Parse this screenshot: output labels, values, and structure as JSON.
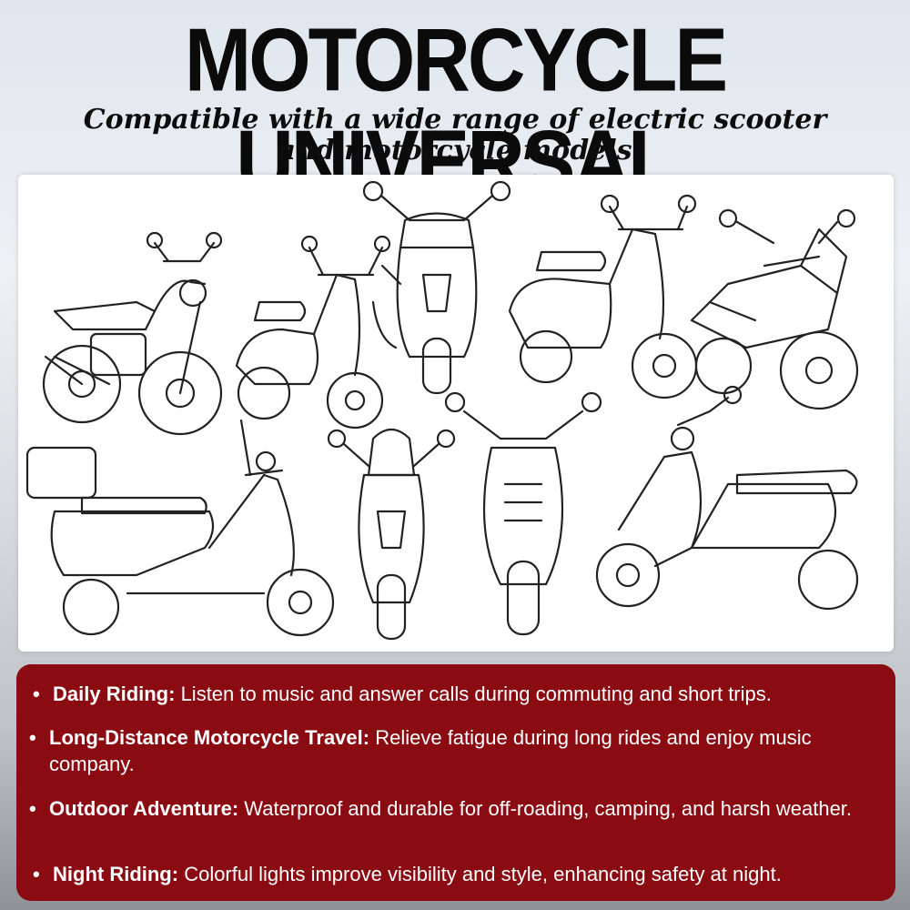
{
  "header": {
    "title": "MOTORCYCLE UNIVERSAL",
    "subtitle_line1": "Compatible with a wide range of electric scooter",
    "subtitle_line2": "and motorcycle models"
  },
  "illustration": {
    "subject": "line drawings of nine motorcycles and scooters",
    "line_color": "#222222"
  },
  "features": [
    {
      "bullet": "•",
      "label": "Daily Riding:",
      "text": " Listen to music and answer calls during commuting and short trips."
    },
    {
      "bullet": "•",
      "label": "Long-Distance Motorcycle Travel:",
      "text": " Relieve fatigue during long rides and enjoy music company."
    },
    {
      "bullet": "•",
      "label": "Outdoor Adventure:",
      "text": " Waterproof and durable for off-roading, camping, and harsh weather."
    },
    {
      "bullet": "•",
      "label": "Night Riding:",
      "text": " Colorful lights improve visibility and style, enhancing safety at night."
    }
  ],
  "colors": {
    "panel_red": "#8a0c12",
    "text_white": "#ffffff",
    "title_black": "#0b0b0b"
  }
}
